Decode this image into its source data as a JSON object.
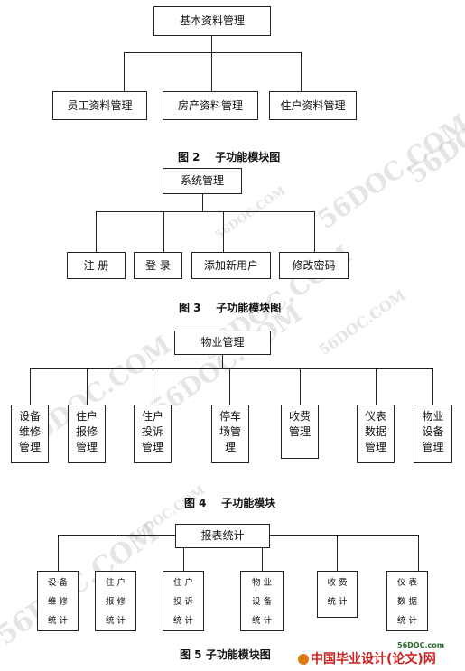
{
  "diagrams": {
    "fig2": {
      "root": "基本资料管理",
      "children": [
        "员工资料管理",
        "房产资料管理",
        "住户资料管理"
      ],
      "caption": "图 2    子功能模块图"
    },
    "fig3": {
      "root": "系统管理",
      "children": [
        "注  册",
        "登  录",
        "添加新用户",
        "修改密码"
      ],
      "caption": "图 3    子功能模块图"
    },
    "fig4": {
      "root": "物业管理",
      "children": [
        "设备\n维修\n管理",
        "住户\n报修\n管理",
        "住户\n投诉\n管理",
        "停车\n场管\n理",
        "收费\n管理",
        "仪表\n数据\n管理",
        "物业\n设备\n管理"
      ],
      "caption": "图 4    子功能模块"
    },
    "fig5": {
      "root": "报表统计",
      "children": [
        "设 备\n维 修\n统 计",
        "住 户\n报 修\n统 计",
        "住 户\n投 诉\n统 计",
        "物 业\n设 备\n统 计",
        "收 费\n统 计",
        "仪 表\n数 据\n统 计"
      ],
      "caption": "图 5 子功能模块图"
    }
  },
  "watermarks": [
    "56DOC.COM",
    "56DOC.COM",
    "56DOC.COM",
    "56DOC.COM",
    "56DOC.COM",
    "56DOC.COM",
    "56DOC.COM",
    "56DOC.COM",
    "56DOC.COM"
  ],
  "footer": {
    "brand": "中国毕业设计(论文)网",
    "url": "56DOC.com"
  }
}
